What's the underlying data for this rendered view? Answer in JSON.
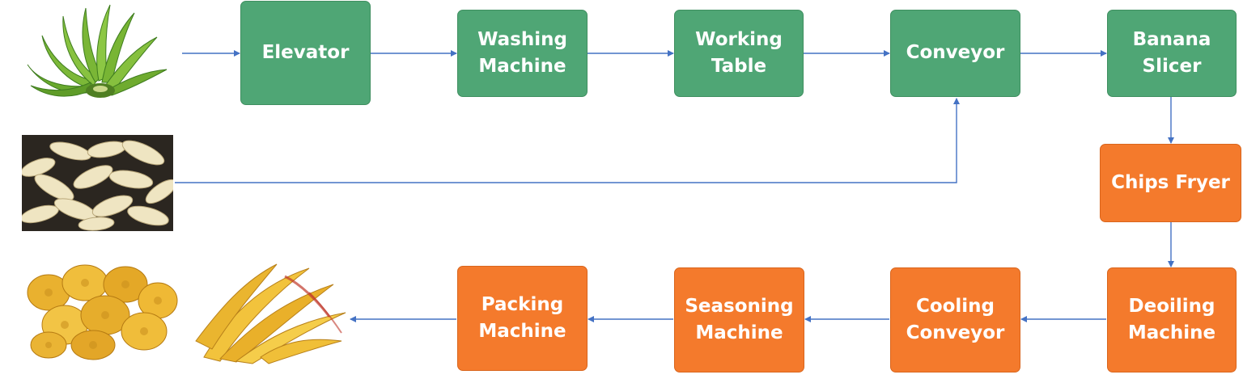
{
  "colors": {
    "green_box": "#4fa675",
    "orange_box": "#f47a2c",
    "arrow": "#4472c4",
    "text": "#ffffff"
  },
  "steps": {
    "elevator": "Elevator",
    "washing_machine": "Washing\nMachine",
    "working_table": "Working\nTable",
    "conveyor": "Conveyor",
    "banana_slicer": "Banana\nSlicer",
    "chips_fryer": "Chips Fryer",
    "deoiling_machine": "Deoiling\nMachine",
    "cooling_conveyor": "Cooling\nConveyor",
    "seasoning_machine": "Seasoning\nMachine",
    "packing_machine": "Packing\nMachine"
  },
  "images": {
    "raw": "green-banana-bunch-photo",
    "peeled": "peeled-bananas-photo",
    "chips_round": "round-banana-chips-photo",
    "chips_long": "long-banana-chips-photo"
  }
}
